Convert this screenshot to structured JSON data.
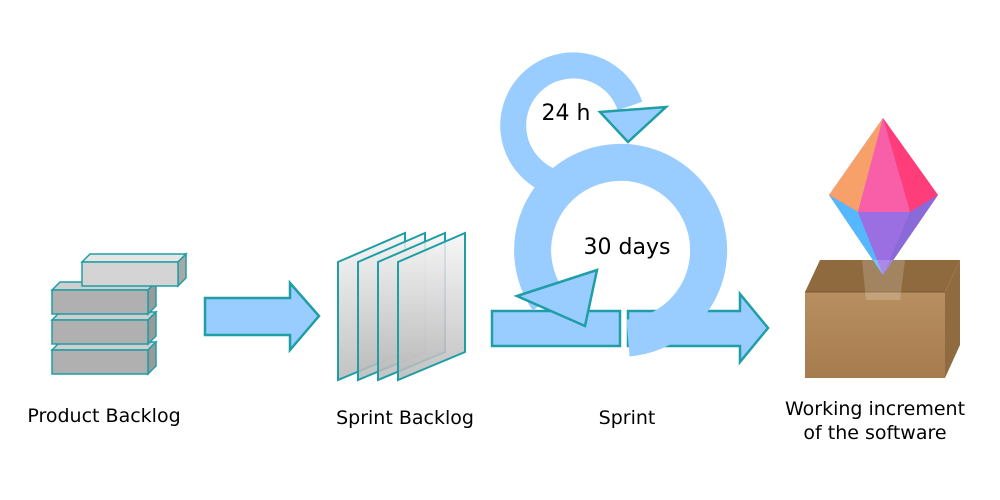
{
  "stages": {
    "product_backlog": "Product Backlog",
    "sprint_backlog": "Sprint Backlog",
    "sprint": "Sprint",
    "increment_line1": "Working increment",
    "increment_line2": "of the software"
  },
  "cycles": {
    "daily": "24 h",
    "sprint": "30 days"
  },
  "colors": {
    "arrow_fill": "#99ccff",
    "arrow_stroke": "#1f9ea6",
    "box": "#b58c5a"
  }
}
